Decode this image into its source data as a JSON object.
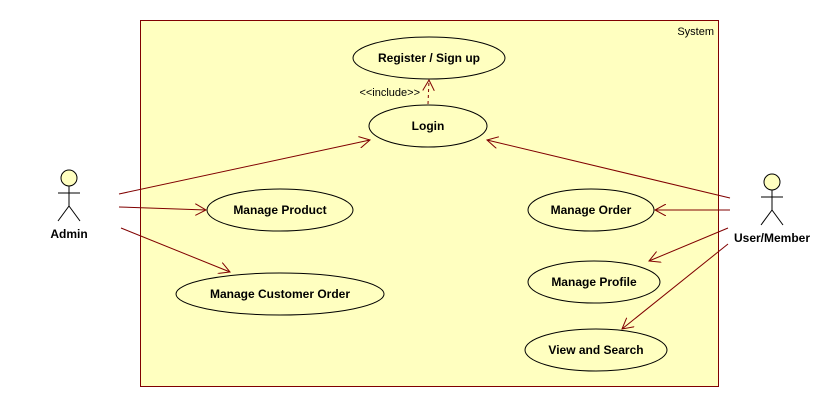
{
  "system": {
    "label": "System"
  },
  "actors": {
    "admin": {
      "label": "Admin"
    },
    "member": {
      "label": "User/Member"
    }
  },
  "use_cases": {
    "register": "Register / Sign up",
    "login": "Login",
    "manage_product": "Manage Product",
    "manage_customer_order": "Manage Customer Order",
    "manage_order": "Manage Order",
    "manage_profile": "Manage Profile",
    "view_search": "View and Search"
  },
  "relations": {
    "include_label": "<<include>>"
  },
  "colors": {
    "boundary_fill": "#ffffc0",
    "boundary_stroke": "#800000",
    "line": "#800000",
    "actor_fill": "#ffffc0"
  }
}
